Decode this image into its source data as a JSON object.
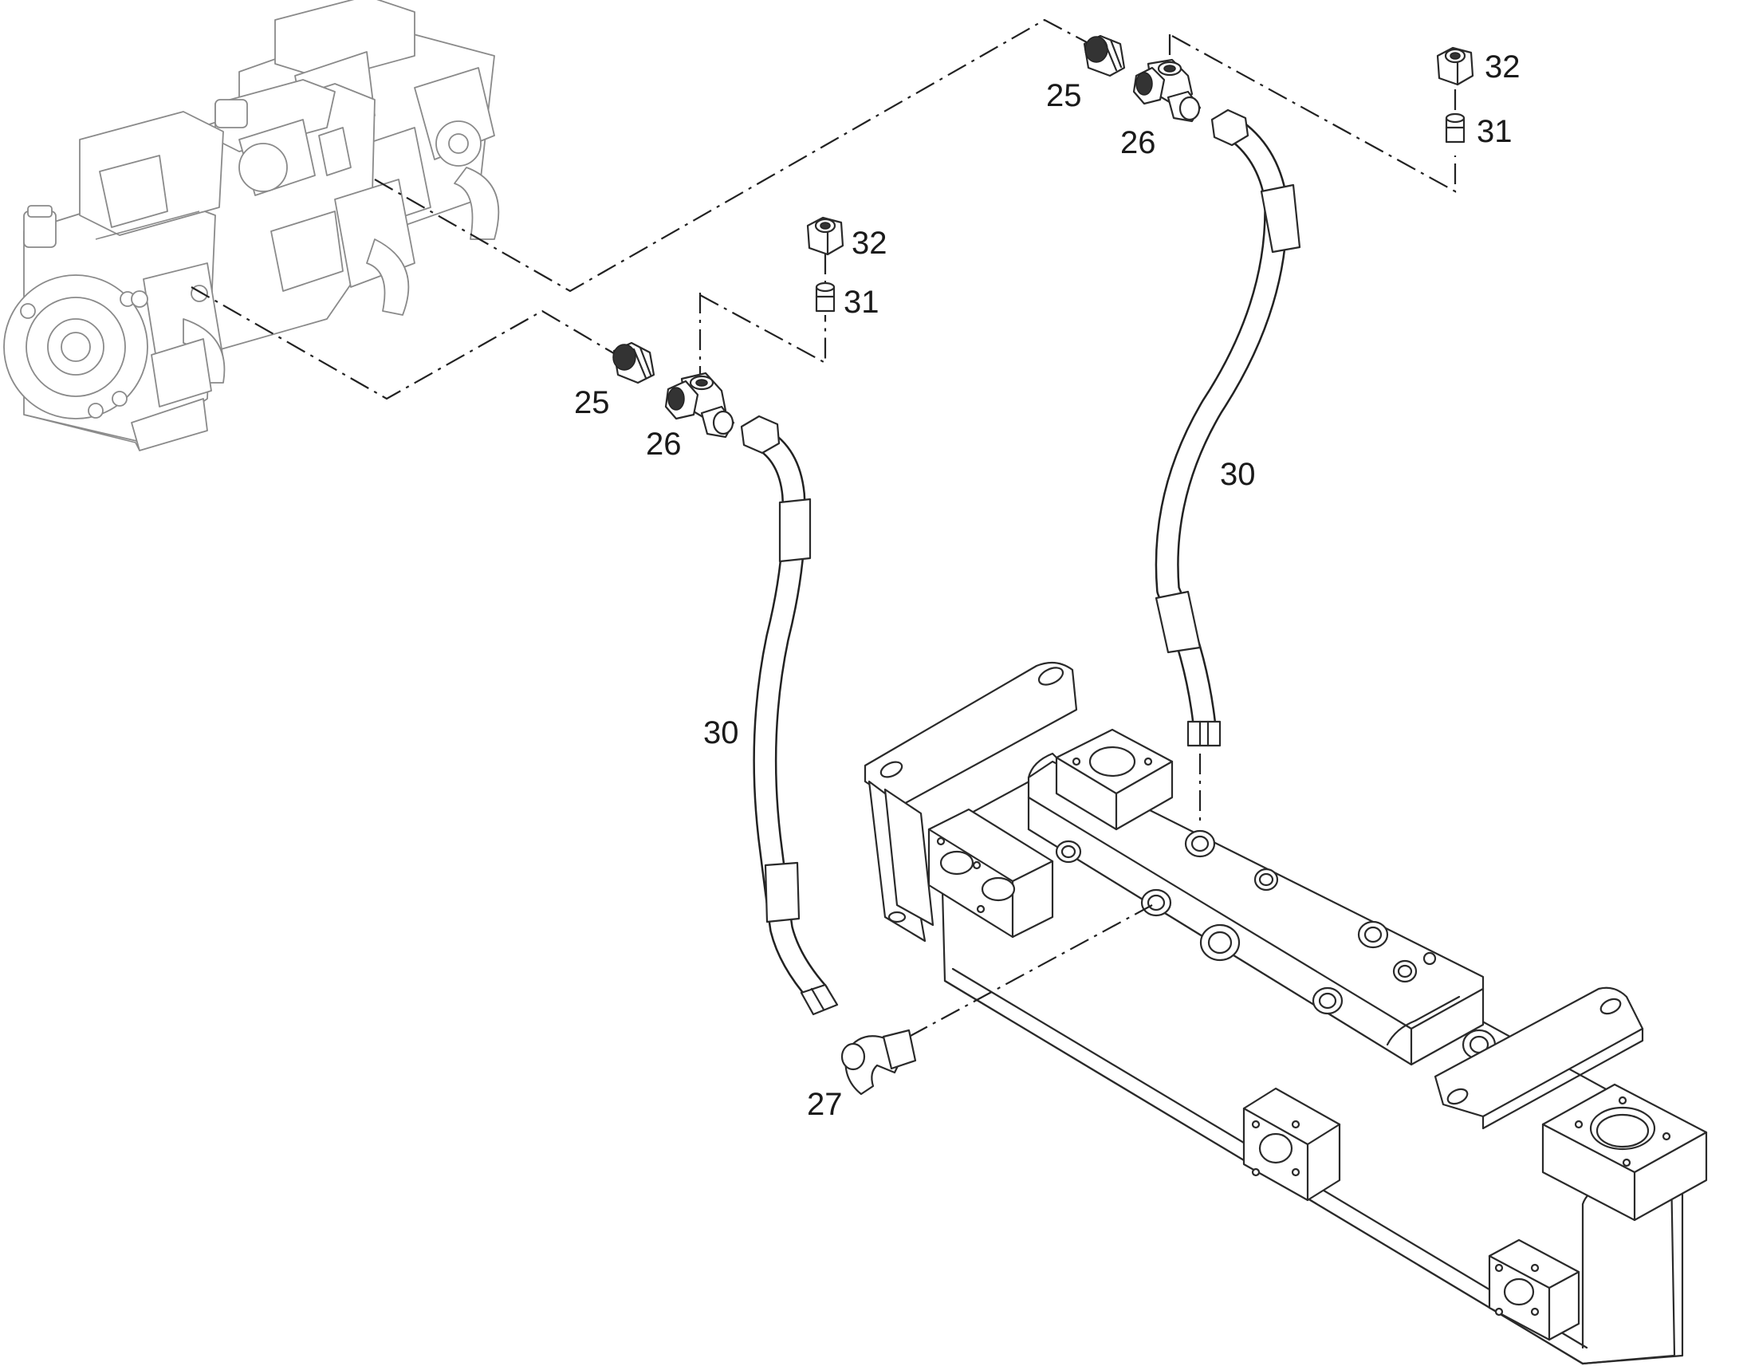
{
  "labels": {
    "fitting_25_upper": "25",
    "tee_26_upper": "26",
    "nut_32_upper": "32",
    "insert_31_upper": "31",
    "hose_30_upper": "30",
    "fitting_25_lower": "25",
    "tee_26_lower": "26",
    "nut_32_lower": "32",
    "insert_31_lower": "31",
    "hose_30_lower": "30",
    "elbow_27": "27"
  }
}
